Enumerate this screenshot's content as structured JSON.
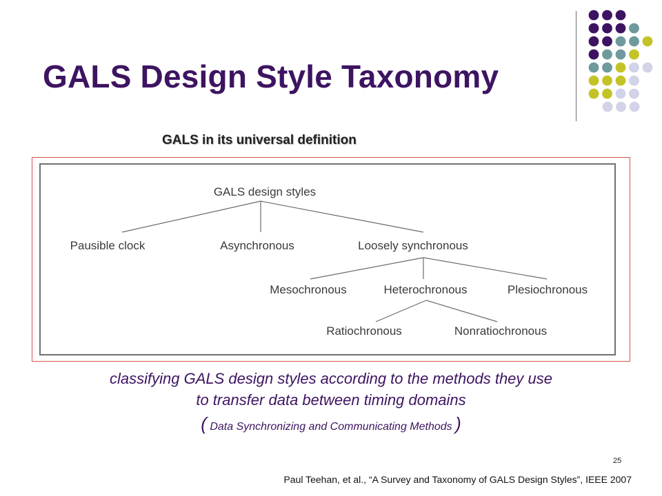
{
  "slide": {
    "title": "GALS Design Style Taxonomy",
    "subtitle": "GALS in its universal definition",
    "caption_line1": "classifying GALS design styles according to the methods they use",
    "caption_line2": "to transfer data between timing domains",
    "caption_open": "(",
    "caption_line3": " Data Synchronizing and Communicating Methods ",
    "caption_close": ")",
    "page_number": "25",
    "citation": "Paul Teehan, et al., “A Survey and Taxonomy of GALS Design Styles”, IEEE 2007"
  },
  "taxonomy": {
    "root": "GALS design styles",
    "level1": [
      "Pausible clock",
      "Asynchronous",
      "Loosely synchronous"
    ],
    "level2": [
      "Mesochronous",
      "Heterochronous",
      "Plesiochronous"
    ],
    "level3": [
      "Ratiochronous",
      "Nonratiochronous"
    ]
  },
  "colors": {
    "title": "#3d1461",
    "purple": "#3d1461",
    "teal": "#6e9a9e",
    "olive": "#c3c328",
    "lavender": "#d2d2e8",
    "frame_border": "#d9534f"
  }
}
